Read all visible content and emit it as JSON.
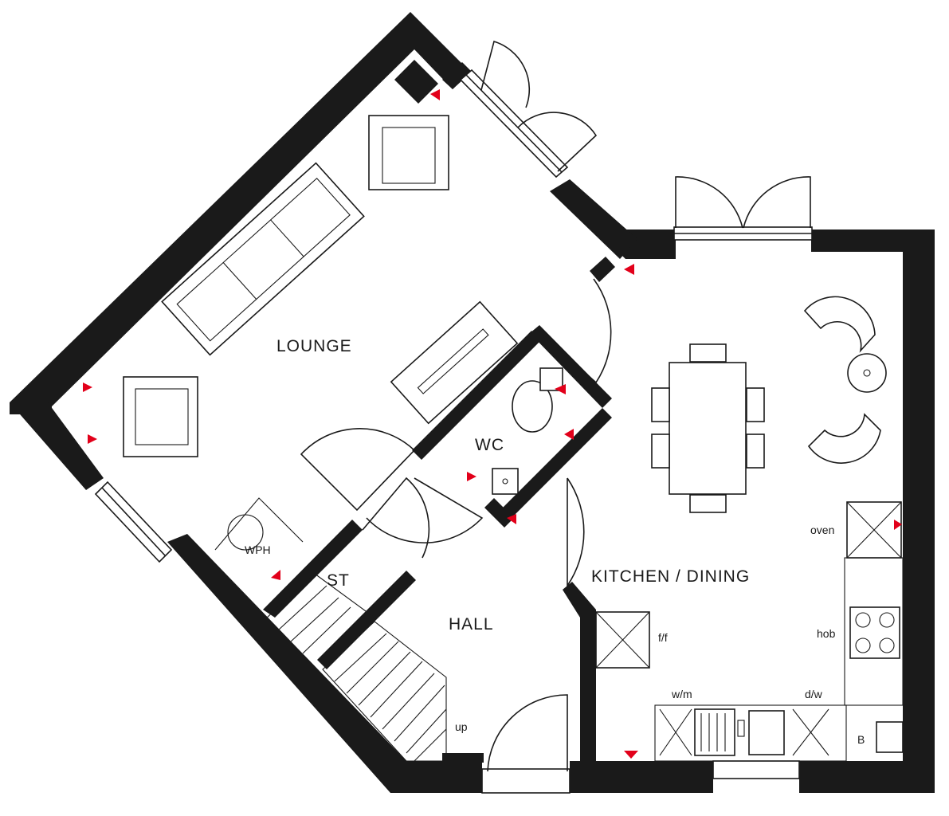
{
  "rooms": {
    "lounge": "LOUNGE",
    "wc": "WC",
    "kitchen_dining": "KITCHEN / DINING",
    "hall": "HALL",
    "store": "ST"
  },
  "labels": {
    "wph": "WPH",
    "up": "up",
    "oven": "oven",
    "hob": "hob",
    "fridge_freezer": "f/f",
    "washing_machine": "w/m",
    "dishwasher": "d/w",
    "boiler": "B"
  },
  "colors": {
    "walls": "#1a1a1a",
    "markers": "#e2001a",
    "background": "#ffffff"
  }
}
